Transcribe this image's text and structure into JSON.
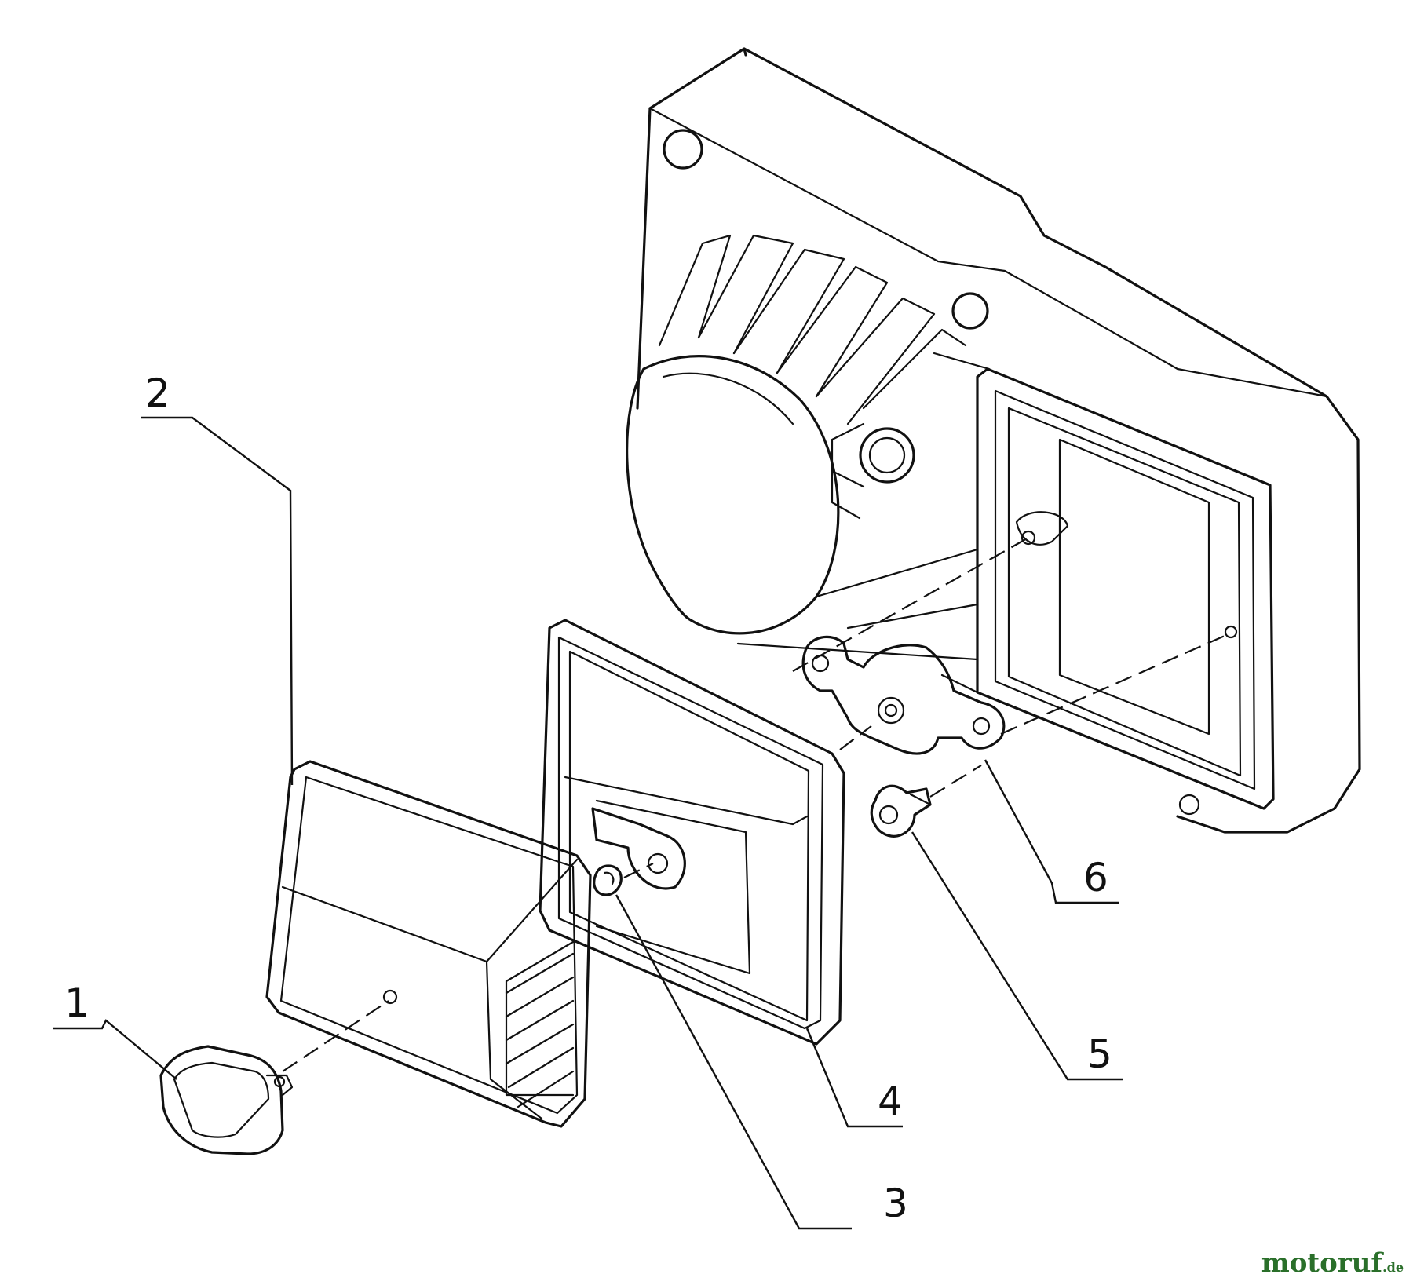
{
  "callouts": [
    {
      "id": "1",
      "label": "1"
    },
    {
      "id": "2",
      "label": "2"
    },
    {
      "id": "3",
      "label": "3"
    },
    {
      "id": "4",
      "label": "4"
    },
    {
      "id": "5",
      "label": "5"
    },
    {
      "id": "6",
      "label": "6"
    }
  ],
  "watermark": {
    "text_main": "motoruf",
    "text_tld": ".de"
  }
}
